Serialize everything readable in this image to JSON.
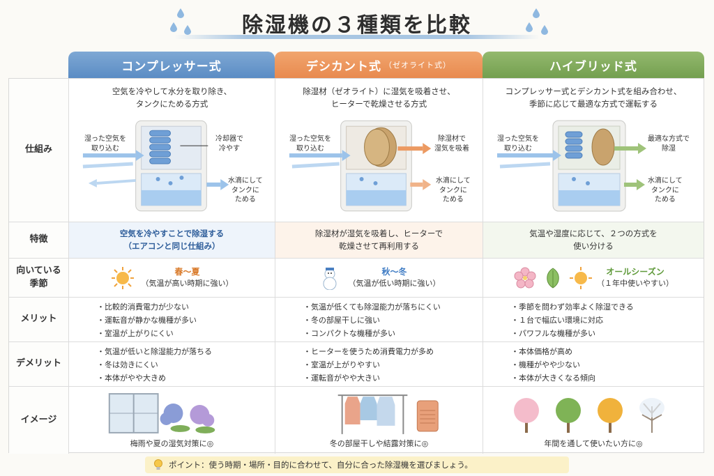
{
  "title": "除湿機の３種類を比較",
  "columns": [
    {
      "name": "コンプレッサー式",
      "sub": ""
    },
    {
      "name": "デシカント式",
      "sub": "（ゼオライト式）"
    },
    {
      "name": "ハイブリッド式",
      "sub": ""
    }
  ],
  "row_labels": {
    "mechanism": "仕組み",
    "feature": "特徴",
    "season_l1": "向いている",
    "season_l2": "季節",
    "merit": "メリット",
    "demerit": "デメリット",
    "image": "イメージ"
  },
  "mechanism": {
    "comp": {
      "desc1": "空気を冷やして水分を取り除き、",
      "desc2": "タンクにためる方式",
      "in1": "湿った空気を",
      "in2": "取り込む",
      "mid1": "冷却器で",
      "mid2": "冷やす",
      "out1": "水滴にして",
      "out2": "タンクに",
      "out3": "ためる"
    },
    "des": {
      "desc1": "除湿材（ゼオライト）に湿気を吸着させ、",
      "desc2": "ヒーターで乾燥させる方式",
      "in1": "湿った空気を",
      "in2": "取り込む",
      "mid1": "除湿材で",
      "mid2": "湿気を吸着",
      "out1": "水滴にして",
      "out2": "タンクに",
      "out3": "ためる"
    },
    "hyb": {
      "desc1": "コンプレッサー式とデシカント式を組み合わせ、",
      "desc2": "季節に応じて最適な方式で運転する",
      "in1": "湿った空気を",
      "in2": "取り込む",
      "mid1": "最適な方式で",
      "mid2": "除湿",
      "out1": "水滴にして",
      "out2": "タンクに",
      "out3": "ためる"
    }
  },
  "feature": {
    "comp1": "空気を冷やすことで除湿する",
    "comp2": "（エアコンと同じ仕組み）",
    "des1": "除湿材が湿気を吸着し、ヒーターで",
    "des2": "乾燥させて再利用する",
    "hyb1": "気温や湿度に応じて、２つの方式を",
    "hyb2": "使い分ける"
  },
  "season": {
    "comp_name": "春～夏",
    "comp_note": "（気温が高い時期に強い）",
    "des_name": "秋～冬",
    "des_note": "（気温が低い時期に強い）",
    "hyb_name": "オールシーズン",
    "hyb_note": "（１年中使いやすい）"
  },
  "merit": {
    "comp": [
      "・比較的消費電力が少ない",
      "・運転音が静かな機種が多い",
      "・室温が上がりにくい"
    ],
    "des": [
      "・気温が低くても除湿能力が落ちにくい",
      "・冬の部屋干しに強い",
      "・コンパクトな機種が多い"
    ],
    "hyb": [
      "・季節を問わず効率よく除湿できる",
      "・１台で幅広い環境に対応",
      "・パワフルな機種が多い"
    ]
  },
  "demerit": {
    "comp": [
      "・気温が低いと除湿能力が落ちる",
      "・冬は効きにくい",
      "・本体がやや大きめ"
    ],
    "des": [
      "・ヒーターを使うため消費電力が多め",
      "・室温が上がりやすい",
      "・運転音がやや大きい"
    ],
    "hyb": [
      "・本体価格が高め",
      "・機種がやや少ない",
      "・本体が大きくなる傾向"
    ]
  },
  "image": {
    "comp": "梅雨や夏の湿気対策に◎",
    "des": "冬の部屋干しや結露対策に◎",
    "hyb": "年間を通して使いたい方に◎"
  },
  "point": "ポイント：使う時期・場所・目的に合わせて、自分に合った除湿機を選びましょう。",
  "colors": {
    "compressor": "#5b8cc4",
    "desiccant": "#e88a4f",
    "hybrid": "#739f4f"
  },
  "icons": [
    "water-drop-icon",
    "sun-icon",
    "snowman-icon",
    "sakura-icon",
    "leaf-icon",
    "lightbulb-icon"
  ]
}
